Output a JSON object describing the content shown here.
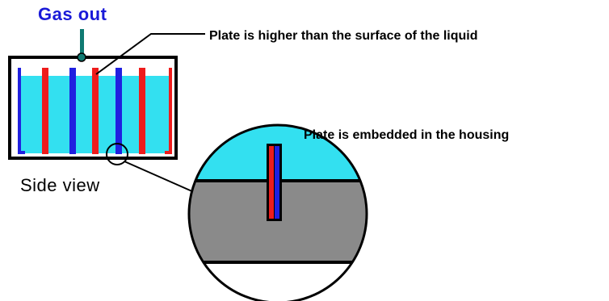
{
  "labels": {
    "gas_out": "Gas out",
    "plate_higher": "Plate is higher than the surface of the liquid",
    "plate_embedded": "Plate is embedded in the housing",
    "side_view": "Side view"
  },
  "colors": {
    "liquid": "#33e0f0",
    "housing": "#8a8a8a",
    "plate_red": "#ee1c1c",
    "plate_blue": "#2020e0",
    "gas_pipe": "#0f7a72",
    "gas_label": "#1a1ad8",
    "outline": "#000000"
  }
}
